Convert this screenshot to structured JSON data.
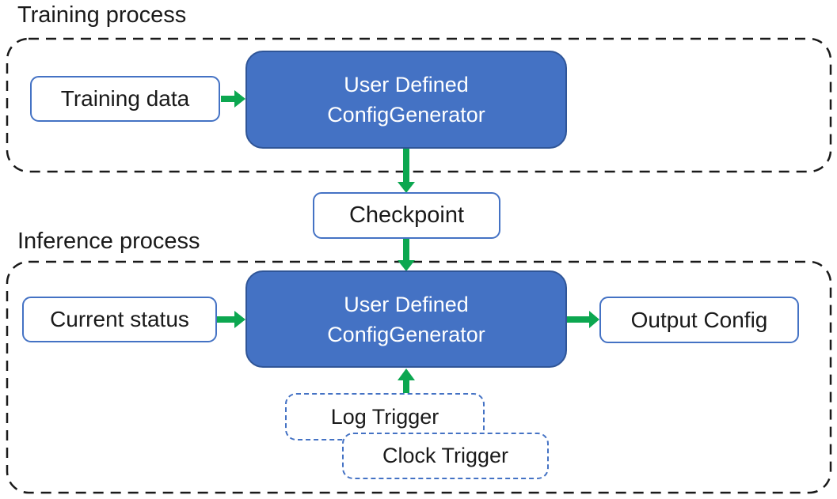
{
  "diagram": {
    "training_label": "Training process",
    "inference_label": "Inference process",
    "nodes": {
      "training_data": {
        "label": "Training data"
      },
      "generator_training": {
        "line1": "User Defined",
        "line2": "ConfigGenerator"
      },
      "checkpoint": {
        "label": "Checkpoint"
      },
      "current_status": {
        "label": "Current status"
      },
      "generator_inference": {
        "line1": "User Defined",
        "line2": "ConfigGenerator"
      },
      "output_config": {
        "label": "Output Config"
      },
      "log_trigger": {
        "label": "Log Trigger"
      },
      "clock_trigger": {
        "label": "Clock Trigger"
      }
    },
    "colors": {
      "node_fill": "#4472C4",
      "node_border": "#2F5597",
      "light_box_border": "#4472C4",
      "trigger_border": "#4472C4",
      "arrow_green": "#0CA750",
      "container_dash": "#1A1A1A",
      "text_dark": "#1A1A1A",
      "text_light": "#FFFFFF"
    }
  }
}
